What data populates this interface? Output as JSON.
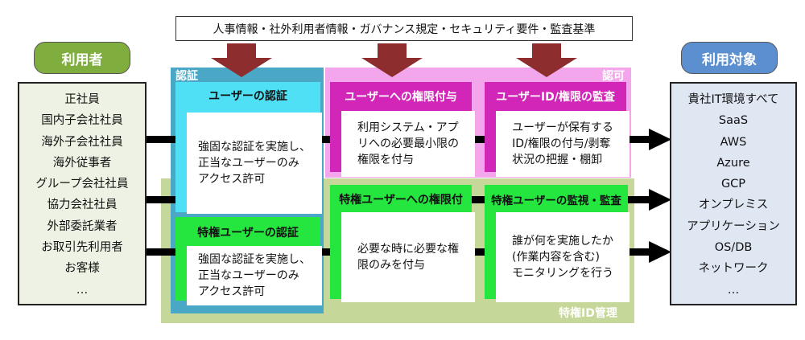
{
  "top_banner": "人事情報・社外利用者情報・ガバナンス規定・セキュリティ要件・監査基準",
  "users": {
    "title": "利用者",
    "items": [
      "正社員",
      "国内子会社社員",
      "海外子会社社員",
      "海外従事者",
      "グループ会社社員",
      "協力会社社員",
      "外部委託業者",
      "お取引先利用者",
      "お客様",
      "…"
    ]
  },
  "targets": {
    "title": "利用対象",
    "items": [
      "貴社IT環境すべて",
      "SaaS",
      "AWS",
      "Azure",
      "GCP",
      "オンプレミス",
      "アプリケーション",
      "OS/DB",
      "ネットワーク",
      "…"
    ]
  },
  "zones": {
    "authentication": "認証",
    "authorization": "認可",
    "privileged": "特権ID管理"
  },
  "boxes": {
    "user_auth": {
      "title": "ユーザーの認証",
      "body": "強固な認証を実施し、\n正当なユーザーのみ\nアクセス許可"
    },
    "priv_auth": {
      "title": "特権ユーザーの認証",
      "body": "強固な認証を実施し、\n正当なユーザーのみ\nアクセス許可"
    },
    "user_grant": {
      "title": "ユーザーへの権限付与",
      "body": "利用システム・アプ\nリへの必要最小限の\n権限を付与"
    },
    "user_audit": {
      "title": "ユーザーID/権限の監査",
      "body": "ユーザーが保有する\nID/権限の付与/剥奪\n状況の把握・棚卸"
    },
    "priv_grant": {
      "title": "特権ユーザーへの権限付",
      "body": "必要な時に必要な権\n限のみを付与"
    },
    "priv_monitor": {
      "title": "特権ユーザーの監視・監査",
      "body": "誰が何を実施したか\n(作業内容を含む)\nモニタリングを行う"
    }
  },
  "colors": {
    "users_pill": "#7fae3e",
    "targets_pill": "#5b8fd0",
    "users_box_bg": "#eef2e4",
    "targets_box_bg": "#dfe7f3",
    "auth_zone": "#4aa8c6",
    "auth_card": "#4fe0f5",
    "authz_zone": "#f3a6ec",
    "authz_card": "#d126b7",
    "priv_zone": "#c5d89a",
    "priv_card": "#24e63e",
    "down_arrow": "#8e2d2d",
    "flow_arrow": "#000000"
  }
}
